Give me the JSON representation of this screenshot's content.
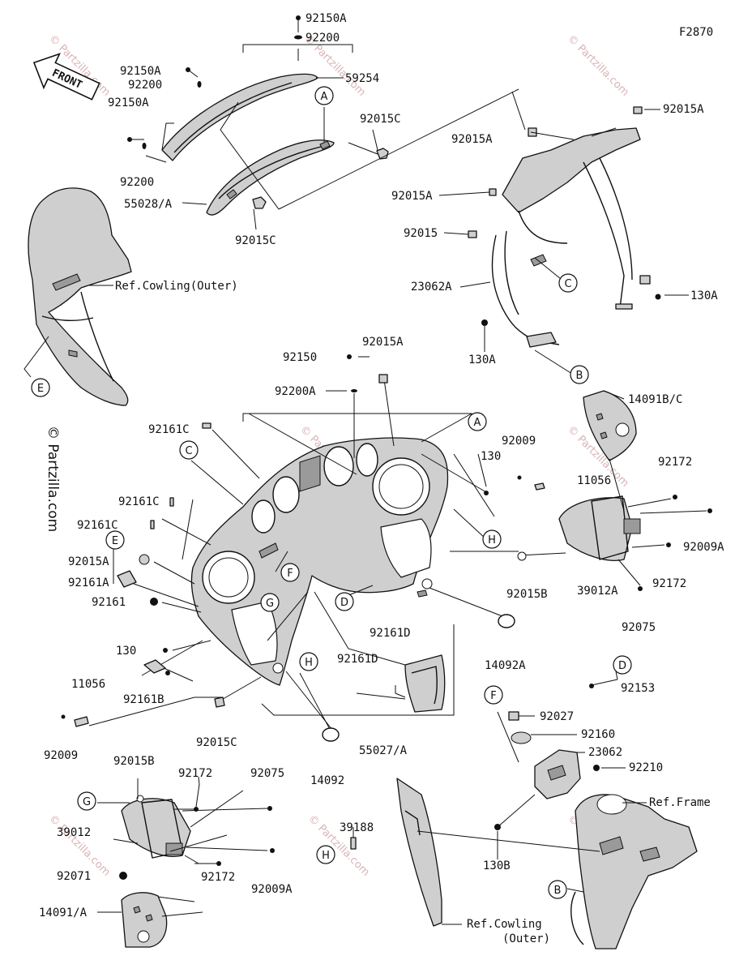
{
  "diagram": {
    "figure_code": "F2870",
    "front_label": "FRONT",
    "watermark_small": "© Partzilla.com",
    "watermark_vertical": "© Partzilla.com",
    "labels": {
      "p92150A_top": "92150A",
      "p92200_top": "92200",
      "p92150A_left": "92150A",
      "p92200_left": "92200",
      "p92150A_left2": "92150A",
      "p59254": "59254",
      "p92200_left2": "92200",
      "p55028A": "55028/A",
      "p92015C_top": "92015C",
      "p92015C_mid": "92015C",
      "p92015A_r1": "92015A",
      "p92015A_r2": "92015A",
      "p92015A_r3": "92015A",
      "p92015_r": "92015",
      "p23062A": "23062A",
      "p130A_r": "130A",
      "p130A_b": "130A",
      "ref_cowling_outer_top": "Ref.Cowling(Outer)",
      "p92150": "92150",
      "p92015A_c": "92015A",
      "p92200A": "92200A",
      "p92161C_1": "92161C",
      "p92161C_2": "92161C",
      "p92161C_3": "92161C",
      "p92015A_l": "92015A",
      "p92161A": "92161A",
      "p92161": "92161",
      "p130_l": "130",
      "p11056_l": "11056",
      "p92009_l": "92009",
      "p92161B": "92161B",
      "p92015C_b": "92015C",
      "p92161D_1": "92161D",
      "p92161D_2": "92161D",
      "p14092": "14092",
      "p55027A": "55027/A",
      "p14092A": "14092A",
      "p130_c": "130",
      "p92009_c": "92009",
      "p11056_c": "11056",
      "p14091BC": "14091B/C",
      "p92172_r1": "92172",
      "p92009A_r": "92009A",
      "p92172_r2": "92172",
      "p39012A": "39012A",
      "p92015B_c": "92015B",
      "p92075_r": "92075",
      "p92153": "92153",
      "p92027": "92027",
      "p92160": "92160",
      "p23062": "23062",
      "p92210": "92210",
      "ref_frame": "Ref.Frame",
      "p130B": "130B",
      "ref_cowling_outer_b1": "Ref.Cowling",
      "ref_cowling_outer_b2": "(Outer)",
      "p39188": "39188",
      "p92015B_l": "92015B",
      "p92172_l1": "92172",
      "p92075_l": "92075",
      "p39012": "39012",
      "p92071": "92071",
      "p92172_l2": "92172",
      "p92009A_l": "92009A",
      "p14091A": "14091/A"
    },
    "callouts": {
      "A1": "A",
      "A2": "A",
      "B1": "B",
      "B2": "B",
      "C1": "C",
      "C2": "C",
      "D1": "D",
      "D2": "D",
      "E1": "E",
      "E2": "E",
      "F1": "F",
      "F2": "F",
      "G1": "G",
      "G2": "G",
      "H1": "H",
      "H2": "H",
      "H3": "H"
    }
  }
}
